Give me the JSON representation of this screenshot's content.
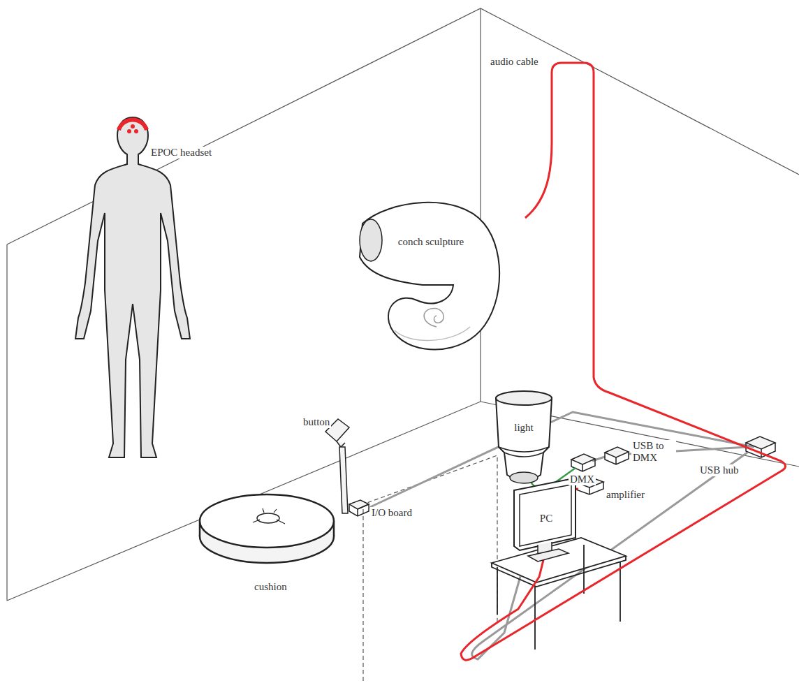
{
  "diagram": {
    "nodes": [
      {
        "text": [
          "conch sculpture"
        ]
      },
      {
        "text": [
          "light"
        ]
      },
      {
        "text": [
          "PC"
        ]
      }
    ],
    "labels": [
      "audio cable",
      "EPOC headset",
      "button",
      "I/O board",
      "cushion",
      "DMX",
      "USB to DMX",
      "USB hub",
      "amplifier"
    ]
  }
}
